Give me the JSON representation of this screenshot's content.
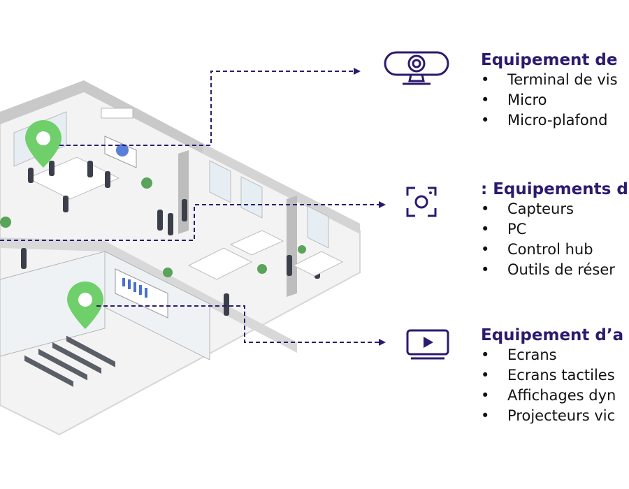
{
  "sections": [
    {
      "title": "Equipement de",
      "icon": "webcam-icon",
      "items": [
        "Terminal de vis",
        "Micro",
        "Micro-plafond"
      ]
    },
    {
      "title": ": Equipements d",
      "icon": "camera-focus-icon",
      "items": [
        "Capteurs",
        "PC",
        "Control hub",
        "Outils de réser"
      ]
    },
    {
      "title": "Equipement d’a",
      "icon": "screen-play-icon",
      "items": [
        "Ecrans",
        "Ecrans tactiles",
        "Affichages dyn",
        "Projecteurs vic"
      ]
    }
  ],
  "bullet_char": "•",
  "colors": {
    "accent": "#2c1a6e",
    "pin": "#6fcf6a",
    "floor": "#f4f4f4",
    "wall": "#cfcfcf"
  }
}
